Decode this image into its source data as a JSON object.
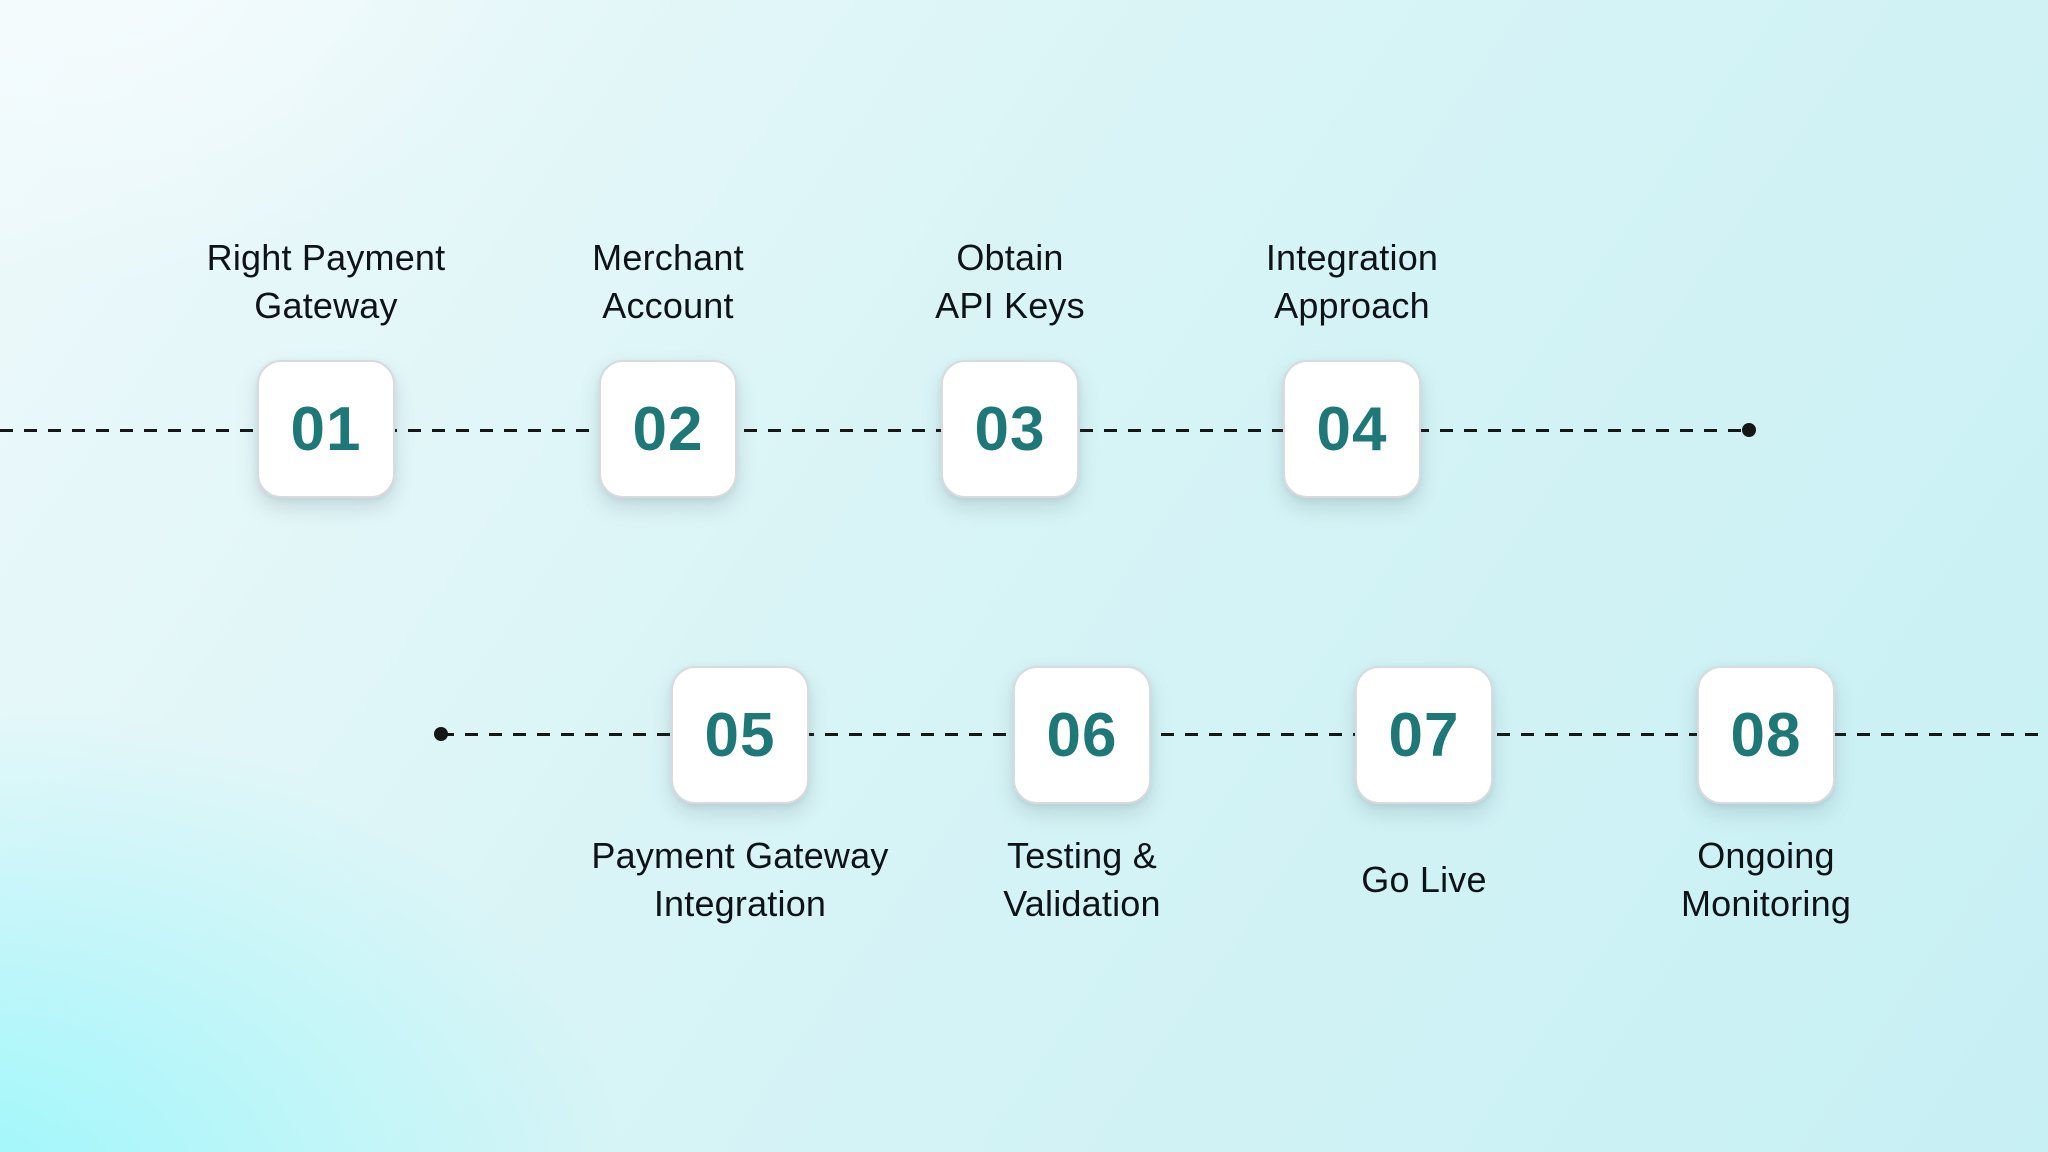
{
  "theme": {
    "accent": "#1e7878",
    "text": "#0e1317",
    "line": "#161616",
    "box-bg": "#ffffff",
    "box-border": "#d8dade",
    "bg-base-light": "#eef9fb",
    "bg-base-cyan": "#c7f0f4",
    "bg-glow-bright": "#9af7fb",
    "bg-glow-white": "#f6fcfe"
  },
  "steps": [
    {
      "number": "01",
      "label": "Right Payment\nGateway"
    },
    {
      "number": "02",
      "label": "Merchant\nAccount"
    },
    {
      "number": "03",
      "label": "Obtain\nAPI Keys"
    },
    {
      "number": "04",
      "label": "Integration\nApproach"
    },
    {
      "number": "05",
      "label": "Payment Gateway\nIntegration"
    },
    {
      "number": "06",
      "label": "Testing &\nValidation"
    },
    {
      "number": "07",
      "label": "Go Live"
    },
    {
      "number": "08",
      "label": "Ongoing\nMonitoring"
    }
  ]
}
